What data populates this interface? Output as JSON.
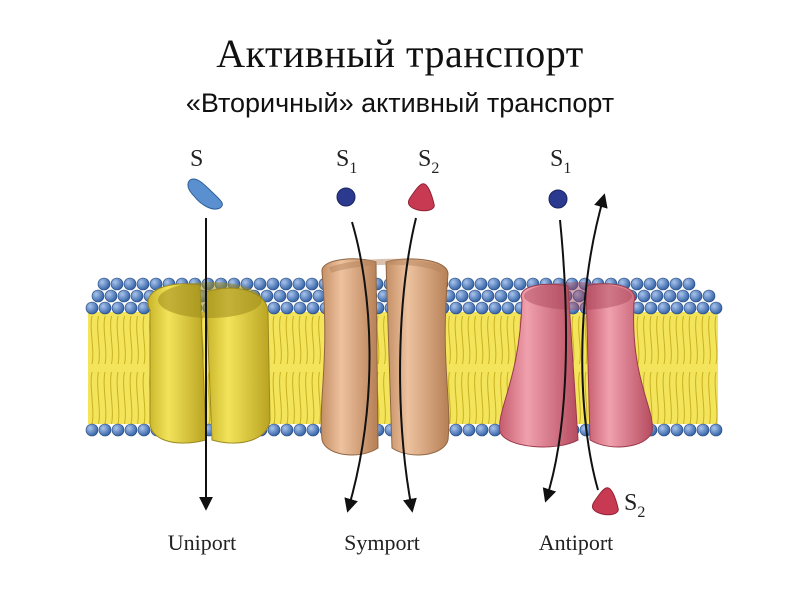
{
  "title": "Активный транспорт",
  "subtitle": "«Вторичный» активный транспорт",
  "substrates": {
    "s": "S",
    "s1": "S",
    "s2": "S",
    "s1_sub": "1",
    "s2_sub": "2"
  },
  "types": {
    "uniport": "Uniport",
    "symport": "Symport",
    "antiport": "Antiport"
  },
  "colors": {
    "lipid_head": "#3f6fb0",
    "lipid_tail": "#f0df3a",
    "uniport_protein": "#e8d64a",
    "symport_protein": "#dba57c",
    "antiport_protein": "#df7c8c",
    "substrate_s": "#5a90cf",
    "substrate_s1": "#2b3a8e",
    "substrate_s2": "#c83a52"
  }
}
